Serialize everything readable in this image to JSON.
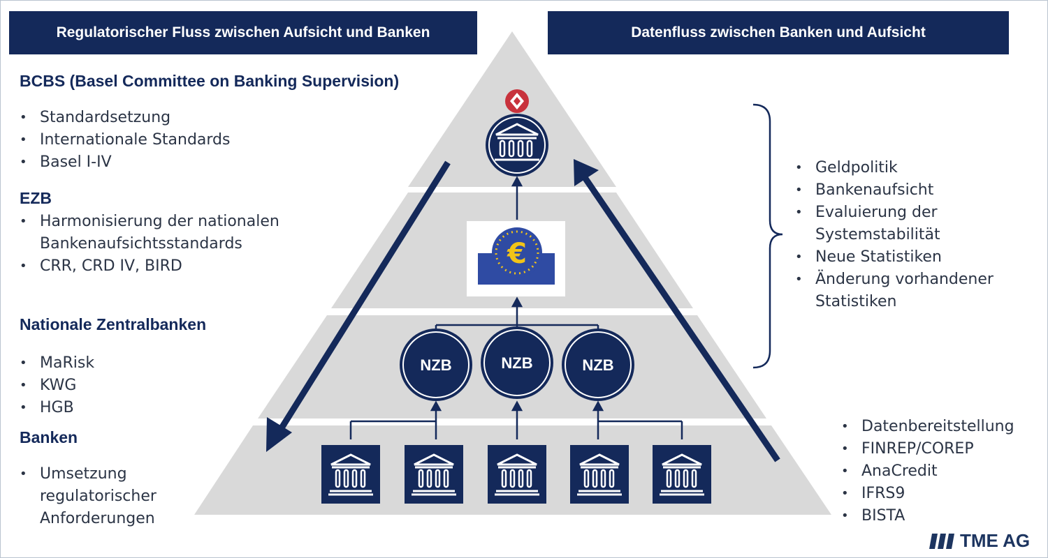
{
  "banners": {
    "left": "Regulatorischer Fluss zwischen Aufsicht und Banken",
    "right": "Datenfluss zwischen Banken und Aufsicht"
  },
  "left_sections": [
    {
      "heading": "BCBS (Basel Committee on Banking Supervision)",
      "items": [
        "Standardsetzung",
        "Internationale Standards",
        "Basel I-IV"
      ]
    },
    {
      "heading": "EZB",
      "items": [
        "Harmonisierung der nationalen",
        "Bankenaufsichtsstandards",
        "CRR, CRD IV, BIRD"
      ]
    },
    {
      "heading": "Nationale Zentralbanken",
      "items": [
        "MaRisk",
        "KWG",
        "HGB"
      ]
    },
    {
      "heading": "Banken",
      "items": [
        "Umsetzung",
        "regulatorischer",
        "Anforderungen"
      ]
    }
  ],
  "right_upper_items": [
    "Geldpolitik",
    "Bankenaufsicht",
    "Evaluierung der",
    "Systemstabilität",
    "Neue Statistiken",
    "Änderung vorhandener",
    "Statistiken"
  ],
  "right_lower_items": [
    "Datenbereitstellung",
    "FINREP/COREP",
    "AnaCredit",
    "IFRS9",
    "BISTA"
  ],
  "nzb_labels": [
    "NZB",
    "NZB",
    "NZB"
  ],
  "ecb_symbol": "€",
  "brand": "TME AG",
  "colors": {
    "navy": "#14295a",
    "pyramid": "#d9d9d9",
    "bis_red": "#c8323c",
    "ecb_blue": "#2f4ba3",
    "ecb_yellow": "#f2c418"
  }
}
